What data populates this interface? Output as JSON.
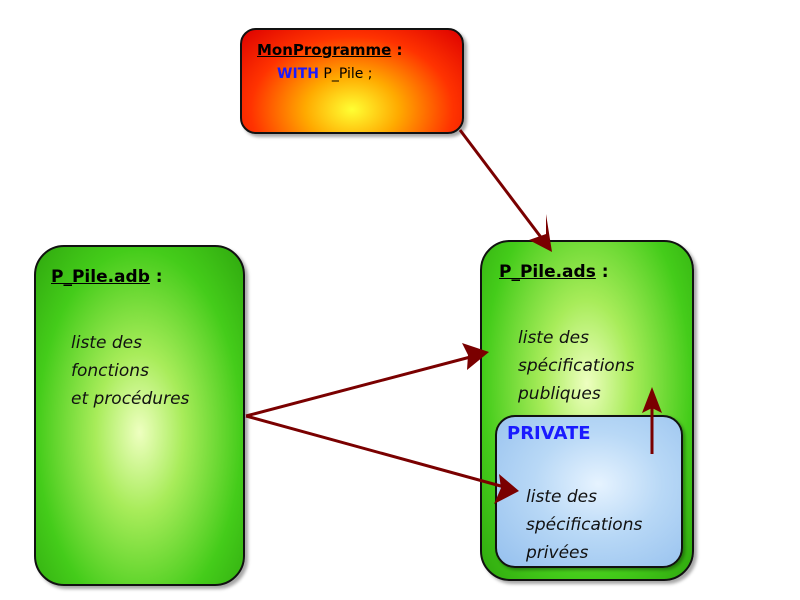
{
  "main_program": {
    "name": "MonProgramme",
    "colon": ":",
    "with_keyword": "WITH",
    "with_target": "P_Pile ;"
  },
  "body_file": {
    "name": "P_Pile.adb",
    "colon": ":",
    "lines": [
      "liste des",
      "fonctions",
      "et procédures"
    ]
  },
  "spec_file": {
    "name": "P_Pile.ads",
    "colon": ":",
    "lines": [
      "liste des",
      "spécifications",
      "publiques"
    ]
  },
  "private_section": {
    "label": "PRIVATE",
    "lines": [
      "liste des",
      "spécifications",
      "privées"
    ]
  },
  "colors": {
    "arrow": "#7a0000",
    "keyword": "#1a1aff"
  }
}
